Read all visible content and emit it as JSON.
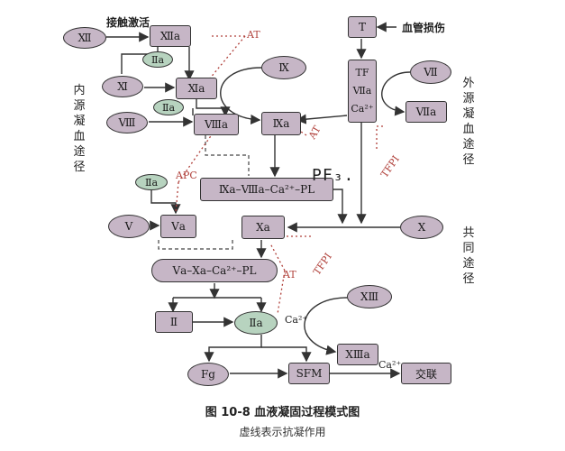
{
  "nodes": {
    "f12": "Ⅻ",
    "f12a": "Ⅻa",
    "f11": "Ⅺ",
    "f11a": "Ⅺa",
    "f2a_top": "Ⅱa",
    "f2a_mid": "Ⅱa",
    "f2a_left": "Ⅱa",
    "f8": "Ⅷ",
    "f8a": "Ⅷa",
    "f9": "Ⅸ",
    "f9a": "Ⅸa",
    "tenase": "Ⅸa–Ⅷa–Ca²⁺–PL",
    "f5": "Ⅴ",
    "f5a": "Ⅴa",
    "f10a": "Ⅹa",
    "prothrombinase": "Ⅴa–Ⅹa–Ca²⁺–PL",
    "f2": "Ⅱ",
    "f13": "ⅩⅢ",
    "f13a": "ⅩⅢa",
    "fg": "Fg",
    "sfm": "SFM",
    "crosslink": "交联",
    "t": "T",
    "tf_f7a": "TF\nⅦa\nCa²⁺",
    "f7": "Ⅶ",
    "f7a": "Ⅶa",
    "f10": "Ⅹ"
  },
  "labels": {
    "contact": "接触激活",
    "vessel": "血管损伤",
    "intrinsic": "内源凝血途径",
    "extrinsic": "外源凝血途径",
    "common": "共同途径",
    "ca_thrombin": "Ca²⁺",
    "ca_crosslink": "Ca²⁺",
    "pf3": "PF₃."
  },
  "inhibitors": {
    "at1": "AT",
    "at2": "AT",
    "at3": "AT",
    "apc": "APC",
    "tfpi1": "TFPI",
    "tfpi2": "TFPI"
  },
  "caption": {
    "title": "图 10-8   血液凝固过程模式图",
    "subtitle": "虚线表示抗凝作用"
  },
  "colors": {
    "node_purple": "#c6b6c6",
    "node_green": "#b7d3bf",
    "inhibitor_red": "#b0403a"
  }
}
